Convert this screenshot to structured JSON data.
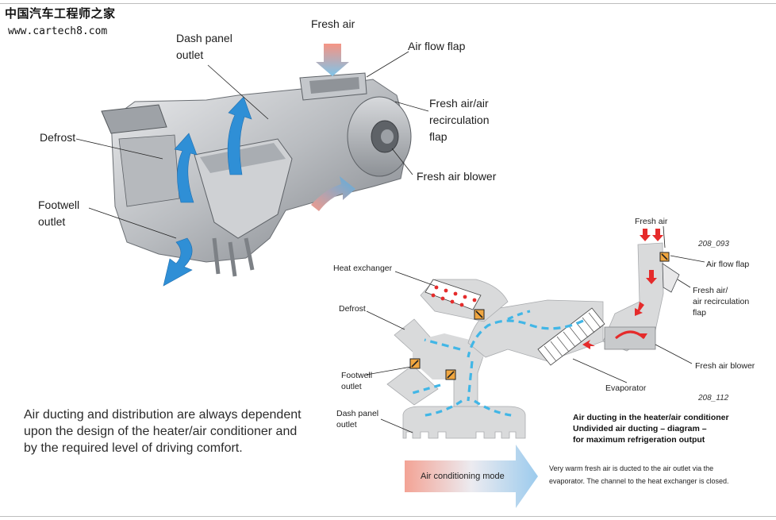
{
  "watermark": {
    "site_cn": "中国汽车工程师之家",
    "url": "www.cartech8.com"
  },
  "top_illustration": {
    "labels": {
      "fresh_air": "Fresh air",
      "dash_panel_outlet": "Dash panel\noutlet",
      "air_flow_flap": "Air flow flap",
      "fresh_recirc_flap": "Fresh air/air\nrecirculation\nflap",
      "defrost": "Defrost",
      "fresh_air_blower": "Fresh air blower",
      "footwell_outlet": "Footwell\noutlet"
    }
  },
  "diagram": {
    "figure_ids": {
      "top": "208_093",
      "bottom": "208_112"
    },
    "labels": {
      "fresh_air": "Fresh air",
      "air_flow_flap": "Air flow flap",
      "heat_exchanger": "Heat exchanger",
      "fresh_recirc_flap": "Fresh air/\nair recirculation\nflap",
      "defrost": "Defrost",
      "footwell_outlet": "Footwell\noutlet",
      "fresh_air_blower": "Fresh air blower",
      "evaporator": "Evaporator",
      "dash_panel_outlet": "Dash panel\noutlet"
    },
    "caption": "Air ducting in the heater/air conditioner\nUndivided air ducting – diagram –\nfor maximum refrigeration output",
    "note": "Very warm fresh air is ducted to the air outlet via the evaporator. The channel to the heat exchanger is closed.",
    "mode_arrow_label": "Air conditioning mode",
    "colors": {
      "cold_air": "#41b6e6",
      "warm_air": "#e52b2b",
      "flap": "#f0a640",
      "duct": "#d9dadb"
    }
  },
  "body_text": "Air ducting and distribution are always dependent upon the design of the heater/air conditioner and by the required level of driving comfort."
}
